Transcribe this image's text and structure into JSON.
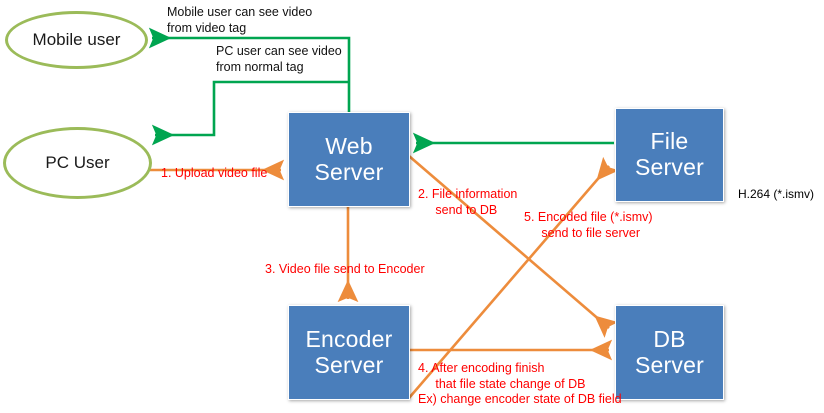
{
  "diagram": {
    "title": "Video upload / encoding / delivery flow",
    "colors": {
      "node_fill": "#4a7ebb",
      "node_text": "#ffffff",
      "ellipse_stroke": "#9bbb59",
      "green_arrow": "#00a550",
      "orange_arrow": "#ed8c3c",
      "label_red": "#ff0000",
      "label_black": "#000000",
      "background": "#ffffff"
    },
    "actors": [
      {
        "id": "mobile-user",
        "line1": "Mobile",
        "line2": "user",
        "shape": "ellipse"
      },
      {
        "id": "pc-user",
        "line1": "PC User",
        "line2": "",
        "shape": "ellipse"
      }
    ],
    "nodes": [
      {
        "id": "web-server",
        "line1": "Web",
        "line2": "Server",
        "shape": "rect"
      },
      {
        "id": "file-server",
        "line1": "File",
        "line2": "Server",
        "shape": "rect"
      },
      {
        "id": "encoder-server",
        "line1": "Encoder",
        "line2": "Server",
        "shape": "rect"
      },
      {
        "id": "db-server",
        "line1": "DB",
        "line2": "Server",
        "shape": "rect"
      }
    ],
    "annotations": {
      "mobile_flow": "Mobile user can see video\nfrom video tag",
      "pc_flow": "PC user can see video\nfrom normal tag",
      "step1": "1. Upload video file",
      "step2": "2. File information\n     send to DB",
      "step3": "3. Video file send to Encoder",
      "step4": "4. After encoding finish\n     that file state change of DB\nEx) change encoder state of DB field",
      "step5": "5. Encoded file (*.ismv)\n     send to file server",
      "codec": "H.264 (*.ismv)"
    },
    "edges": [
      {
        "id": "edge-pc-to-web",
        "label_ref": "step1",
        "color": "orange",
        "from": "pc-user",
        "to": "web-server"
      },
      {
        "id": "edge-web-to-db",
        "label_ref": "step2",
        "color": "orange",
        "from": "web-server",
        "to": "db-server"
      },
      {
        "id": "edge-web-to-encoder",
        "label_ref": "step3",
        "color": "orange",
        "from": "web-server",
        "to": "encoder-server"
      },
      {
        "id": "edge-encoder-to-db",
        "label_ref": "step4",
        "color": "orange",
        "from": "encoder-server",
        "to": "db-server"
      },
      {
        "id": "edge-encoder-to-file",
        "label_ref": "step5",
        "color": "orange",
        "from": "encoder-server",
        "to": "file-server"
      },
      {
        "id": "edge-file-to-web",
        "label_ref": "",
        "color": "green",
        "from": "file-server",
        "to": "web-server"
      },
      {
        "id": "edge-web-to-mobile",
        "label_ref": "mobile_flow",
        "color": "green",
        "from": "web-server",
        "to": "mobile-user"
      },
      {
        "id": "edge-web-to-pc",
        "label_ref": "pc_flow",
        "color": "green",
        "from": "web-server",
        "to": "pc-user"
      }
    ]
  }
}
